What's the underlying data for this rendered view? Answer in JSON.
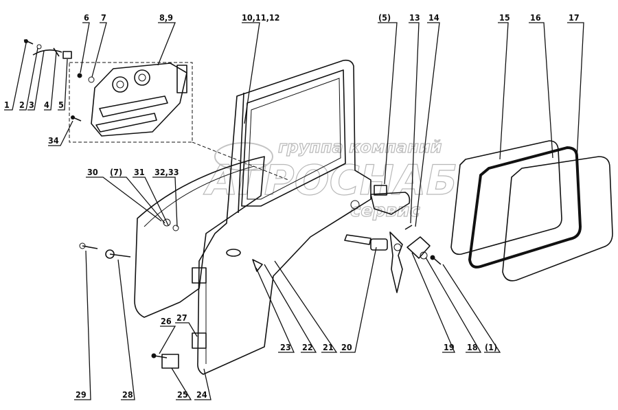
{
  "watermark": {
    "company_line": "группа компаний",
    "brand": "АГРОСНАБ",
    "service_line": "сервис"
  },
  "callouts": {
    "n1": "1",
    "n2": "2",
    "n3": "3",
    "n4": "4",
    "n5": "5",
    "n6": "6",
    "n7": "7",
    "n8_9": "8,9",
    "n10_11_12": "10,11,12",
    "n5_ref": "(5)",
    "n13": "13",
    "n14": "14",
    "n15": "15",
    "n16": "16",
    "n17": "17",
    "n30": "30",
    "n7_ref": "(7)",
    "n31": "31",
    "n32_33": "32,33",
    "n34": "34",
    "n1_ref": "(1)",
    "n18": "18",
    "n19": "19",
    "n20": "20",
    "n21": "21",
    "n22": "22",
    "n23": "23",
    "n24": "24",
    "n25": "25",
    "n26": "26",
    "n27": "27",
    "n28": "28",
    "n29": "29"
  }
}
